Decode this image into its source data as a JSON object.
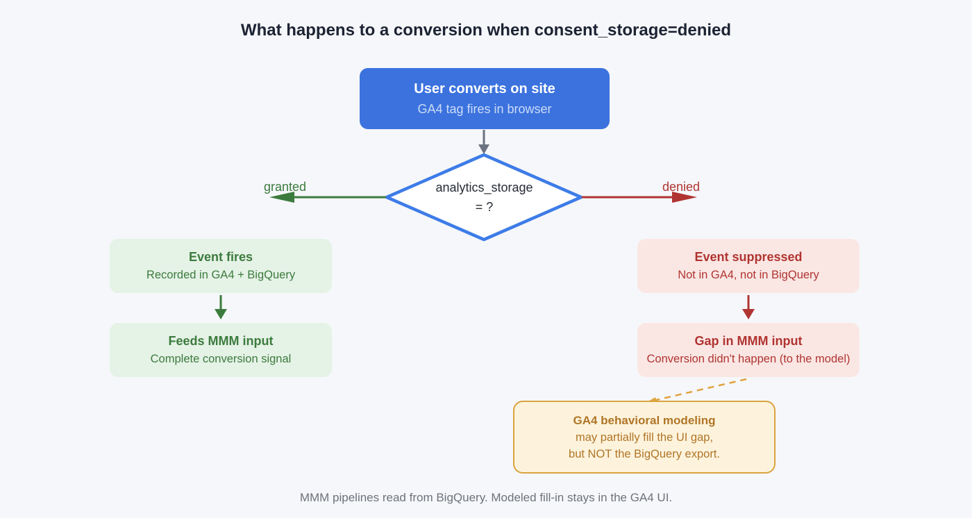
{
  "title": "What happens to a conversion when consent_storage=denied",
  "flow": {
    "start": {
      "title": "User converts on site",
      "subtitle": "GA4 tag fires in browser"
    },
    "decision": {
      "line1": "analytics_storage",
      "line2": "= ?"
    },
    "branches": {
      "left_label": "granted",
      "right_label": "denied"
    },
    "granted_path": [
      {
        "title": "Event fires",
        "subtitle": "Recorded in GA4 + BigQuery"
      },
      {
        "title": "Feeds MMM input",
        "subtitle": "Complete conversion signal"
      }
    ],
    "denied_path": [
      {
        "title": "Event suppressed",
        "subtitle": "Not in GA4, not in BigQuery"
      },
      {
        "title": "Gap in MMM input",
        "subtitle": "Conversion didn't happen (to the model)"
      }
    ],
    "note": {
      "title": "GA4 behavioral modeling",
      "line2": "may partially fill the UI gap,",
      "line3": "but NOT the BigQuery export."
    }
  },
  "footer": "MMM pipelines read from BigQuery. Modeled fill-in stays in the GA4 UI.",
  "colors": {
    "background": "#f6f7fa",
    "title_text": "#1c2333",
    "primary_blue": "#3b72de",
    "blue_subtitle": "#ccdcf7",
    "diamond_border": "#3d7ce8",
    "connector_gray": "#6b7280",
    "green_text": "#3c7b3e",
    "green_bg": "#e5f2e6",
    "red_text": "#b03431",
    "red_bg": "#fae7e4",
    "amber_border": "#d9a43f",
    "amber_bg": "#fdf3dc",
    "amber_text": "#b07527",
    "footer_text": "#6d727b"
  }
}
